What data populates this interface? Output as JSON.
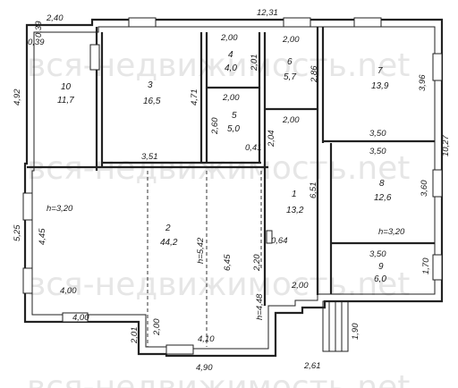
{
  "watermark": "вся-недвижимость.net",
  "rooms": [
    {
      "number": "1",
      "area": "13,2"
    },
    {
      "number": "2",
      "area": "44,2"
    },
    {
      "number": "3",
      "area": "16,5"
    },
    {
      "number": "4",
      "area": "4,0"
    },
    {
      "number": "5",
      "area": "5,0"
    },
    {
      "number": "6",
      "area": "5,7"
    },
    {
      "number": "7",
      "area": "13,9"
    },
    {
      "number": "8",
      "area": "12,6"
    },
    {
      "number": "9",
      "area": "6,0"
    },
    {
      "number": "10",
      "area": "11,7"
    }
  ],
  "heights": [
    "h=3,20",
    "h=3,20",
    "h=5,42",
    "h=4,48"
  ],
  "dimensions": [
    "2,40",
    "12,31",
    "0,39",
    "0,39",
    "4,92",
    "2,00",
    "2,00",
    "2,01",
    "2,86",
    "4,71",
    "2,00",
    "3,96",
    "2,60",
    "0,41",
    "2,04",
    "2,00",
    "3,51",
    "3,50",
    "3,50",
    "10,27",
    "6,51",
    "3,60",
    "5,25",
    "4,45",
    "6,45",
    "0,64",
    "2,20",
    "3,50",
    "1,70",
    "2,00",
    "4,00",
    "4,00",
    "2,00",
    "2,01",
    "4,10",
    "1,90",
    "4,90",
    "2,61"
  ]
}
